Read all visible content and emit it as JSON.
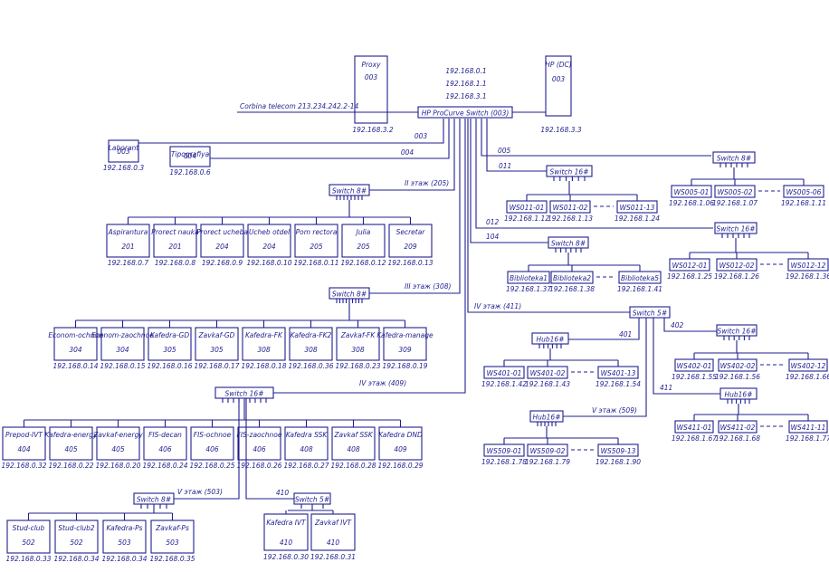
{
  "diagram": {
    "colors": {
      "line": "#1f1f8f",
      "background": "#ffffff"
    },
    "core": {
      "switch_label": "HP ProCurve Switch (003)",
      "ips": [
        "192.168.0.1",
        "192.168.1.1",
        "192.168.3.1"
      ],
      "uplink_label": "Corbina telecom 213.234.242.2-14"
    },
    "top": {
      "proxy": {
        "name": "Proxy",
        "room": "003",
        "ip": "192.168.3.2"
      },
      "hp_dc": {
        "name": "HP (DC)",
        "room": "003",
        "ip": "192.168.3.3"
      },
      "laborant": {
        "name": "Laborant",
        "room": "003",
        "ip": "192.168.0.3"
      },
      "tipografiya": {
        "name": "Tipografiya",
        "room": "004",
        "ip": "192.168.0.6"
      },
      "line_003": "003",
      "line_004": "004"
    },
    "floor2": {
      "label": "II этаж (205)",
      "switch": "Switch 8#",
      "nodes": [
        {
          "name": "Aspirantura",
          "room": "201",
          "ip": "192.168.0.7"
        },
        {
          "name": "Prorect nauka",
          "room": "201",
          "ip": "192.168.0.8"
        },
        {
          "name": "Prorect ucheba",
          "room": "204",
          "ip": "192.168.0.9"
        },
        {
          "name": "Ucheb otdel",
          "room": "204",
          "ip": "192.168.0.10"
        },
        {
          "name": "Pom rectora",
          "room": "205",
          "ip": "192.168.0.11"
        },
        {
          "name": "Julia",
          "room": "205",
          "ip": "192.168.0.12"
        },
        {
          "name": "Secretar",
          "room": "209",
          "ip": "192.168.0.13"
        }
      ]
    },
    "floor3": {
      "label": "III этаж (308)",
      "switch": "Switch 8#",
      "nodes": [
        {
          "name": "Econom-ochnoe",
          "room": "304",
          "ip": "192.168.0.14"
        },
        {
          "name": "Econom-zaochnoe",
          "room": "304",
          "ip": "192.168.0.15"
        },
        {
          "name": "Kafedra-GD",
          "room": "305",
          "ip": "192.168.0.16"
        },
        {
          "name": "Zavkaf-GD",
          "room": "305",
          "ip": "192.168.0.17"
        },
        {
          "name": "Kafedra-FK",
          "room": "308",
          "ip": "192.168.0.18"
        },
        {
          "name": "Kafedra-FK2",
          "room": "308",
          "ip": "192.168.0.36"
        },
        {
          "name": "Zavkaf-FK",
          "room": "308",
          "ip": "192.168.0.23"
        },
        {
          "name": "Kafedra-manage",
          "room": "309",
          "ip": "192.168.0.19"
        }
      ]
    },
    "floor4": {
      "label": "IV этаж (409)",
      "switch": "Switch 16#",
      "nodes": [
        {
          "name": "Prepod-IVT",
          "room": "404",
          "ip": "192.168.0.32"
        },
        {
          "name": "Kafedra-energy",
          "room": "405",
          "ip": "192.168.0.22"
        },
        {
          "name": "Zavkaf-energy",
          "room": "405",
          "ip": "192.168.0.20"
        },
        {
          "name": "FIS-decan",
          "room": "406",
          "ip": "192.168.0.24"
        },
        {
          "name": "FIS-ochnoe",
          "room": "406",
          "ip": "192.168.0.25"
        },
        {
          "name": "FIS-zaochnoe",
          "room": "406",
          "ip": "192.168.0.26"
        },
        {
          "name": "Kafedra SSK",
          "room": "408",
          "ip": "192.168.0.27"
        },
        {
          "name": "Zavkaf SSK",
          "room": "408",
          "ip": "192.168.0.28"
        },
        {
          "name": "Kafedra DND",
          "room": "409",
          "ip": "192.168.0.29"
        }
      ]
    },
    "floor5": {
      "label": "V этаж (503)",
      "switch": "Switch 8#",
      "nodes": [
        {
          "name": "Stud-club",
          "room": "502",
          "ip": "192.168.0.33"
        },
        {
          "name": "Stud-club2",
          "room": "502",
          "ip": "192.168.0.34"
        },
        {
          "name": "Kafedra-Ps",
          "room": "503",
          "ip": "192.168.0.34"
        },
        {
          "name": "Zavkaf-Ps",
          "room": "503",
          "ip": "192.168.0.35"
        }
      ]
    },
    "room410": {
      "label": "410",
      "switch": "Switch 5#",
      "nodes": [
        {
          "name": "Kafedra IVT",
          "room": "410",
          "ip": "192.168.0.30"
        },
        {
          "name": "Zavkaf IVT",
          "room": "410",
          "ip": "192.168.0.31"
        }
      ]
    },
    "class005": {
      "line_label": "005",
      "switch": "Switch 8#",
      "first": {
        "name": "WS005-01",
        "ip": "192.168.1.06"
      },
      "second": {
        "name": "WS005-02",
        "ip": "192.168.1.07"
      },
      "last": {
        "name": "WS005-06",
        "ip": "192.168.1.11"
      }
    },
    "class011": {
      "line_label": "011",
      "switch": "Switch 16#",
      "first": {
        "name": "WS011-01",
        "ip": "192.168.1.12"
      },
      "second": {
        "name": "WS011-02",
        "ip": "192.168.1.13"
      },
      "last": {
        "name": "WS011-13",
        "ip": "192.168.1.24"
      }
    },
    "class012": {
      "line_label": "012",
      "switch": "Switch 16#",
      "first": {
        "name": "WS012-01",
        "ip": "192.168.1.25"
      },
      "second": {
        "name": "WS012-02",
        "ip": "192.168.1.26"
      },
      "last": {
        "name": "WS012-12",
        "ip": "192.168.1.36"
      }
    },
    "library": {
      "line_label": "104",
      "switch": "Switch 8#",
      "first": {
        "name": "Biblioteka1",
        "ip": "192.168.1.37"
      },
      "second": {
        "name": "Biblioteka2",
        "ip": "192.168.1.38"
      },
      "last": {
        "name": "Biblioteka5",
        "ip": "192.168.1.41"
      }
    },
    "floor4_right": {
      "label": "IV этаж (411)",
      "switch": "Switch 5#"
    },
    "class401": {
      "line_label": "401",
      "switch": "Hub16#",
      "first": {
        "name": "WS401-01",
        "ip": "192.168.1.42"
      },
      "second": {
        "name": "WS401-02",
        "ip": "192.168.1.43"
      },
      "last": {
        "name": "WS401-13",
        "ip": "192.168.1.54"
      }
    },
    "class402": {
      "line_label": "402",
      "switch": "Switch 16#",
      "first": {
        "name": "WS402-01",
        "ip": "192.168.1.55"
      },
      "second": {
        "name": "WS402-02",
        "ip": "192.168.1.56"
      },
      "last": {
        "name": "WS402-12",
        "ip": "192.168.1.66"
      }
    },
    "class411": {
      "line_label": "411",
      "switch": "Hub16#",
      "first": {
        "name": "WS411-01",
        "ip": "192.168.1.67"
      },
      "second": {
        "name": "WS411-02",
        "ip": "192.168.1.68"
      },
      "last": {
        "name": "WS411-11",
        "ip": "192.168.1.77"
      }
    },
    "class509": {
      "line_label": "V этаж (509)",
      "switch": "Hub16#",
      "first": {
        "name": "WS509-01",
        "ip": "192.168.1.78"
      },
      "second": {
        "name": "WS509-02",
        "ip": "192.168.1.79"
      },
      "last": {
        "name": "WS509-13",
        "ip": "192.168.1.90"
      }
    }
  }
}
